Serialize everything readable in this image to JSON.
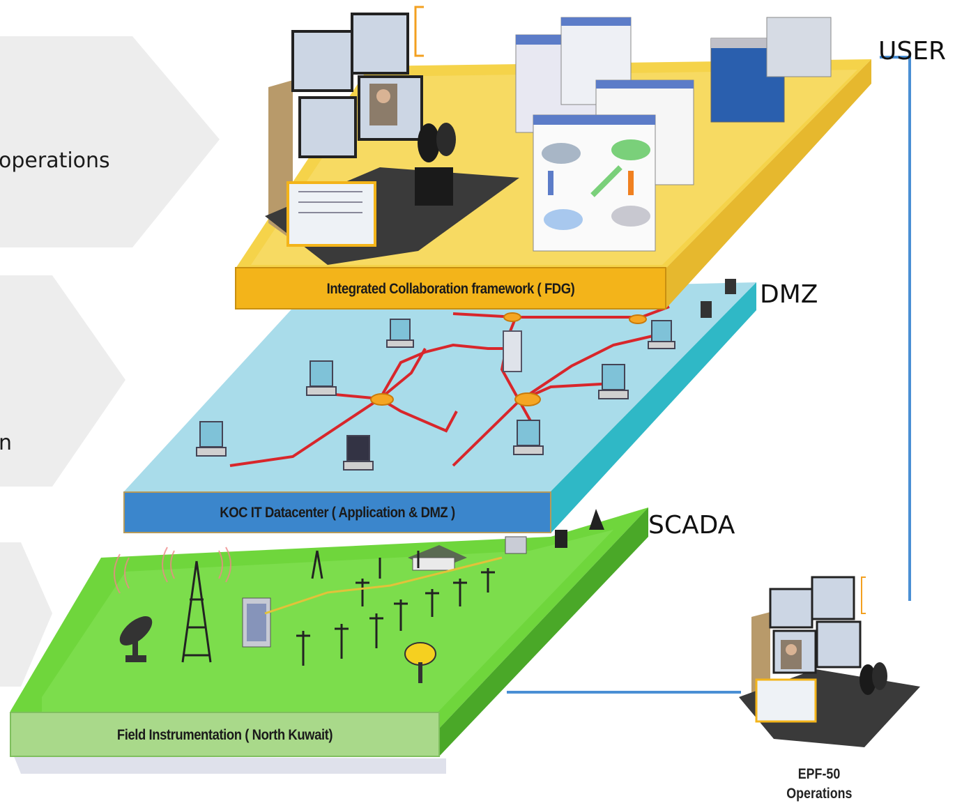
{
  "left_panel": {
    "item_1": "operations",
    "item_2": "n"
  },
  "layers": {
    "user": {
      "side_label": "USER",
      "plate_label": "Integrated Collaboration framework  ( FDG)",
      "color": "#f5d34a"
    },
    "dmz": {
      "side_label": "DMZ",
      "plate_label": "KOC IT Datacenter ( Application & DMZ )",
      "color": "#a9dcea"
    },
    "scada": {
      "side_label": "SCADA",
      "plate_label": "Field Instrumentation ( North Kuwait)",
      "color": "#6fd63c"
    }
  },
  "operations_site": {
    "caption_line1": "EPF-50",
    "caption_line2": "Operations"
  },
  "colors": {
    "connector": "#4a8fd4",
    "network_link": "#d8262b",
    "fdg_band": "#f3b41a",
    "datacenter_band": "#3b86cc",
    "field_band": "#a9d98a"
  }
}
